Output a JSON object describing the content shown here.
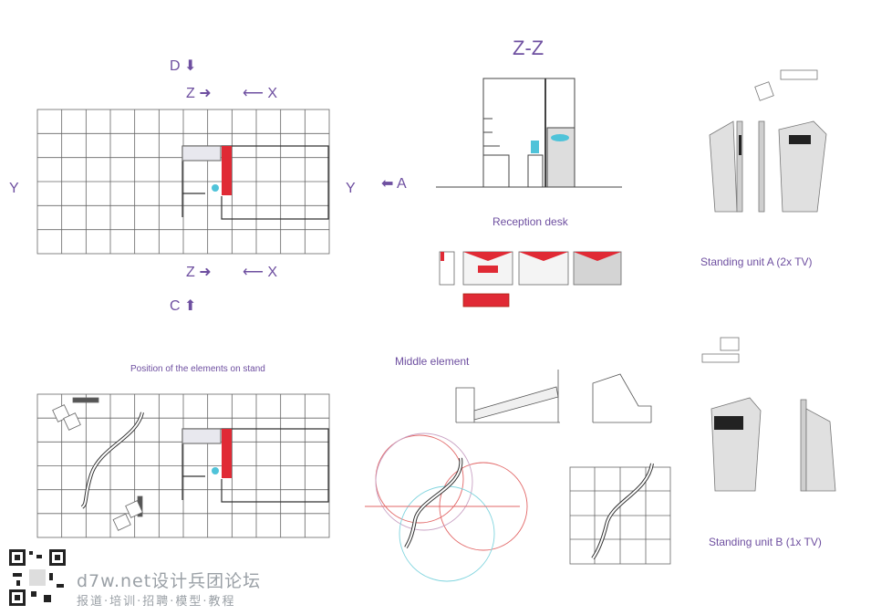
{
  "labels": {
    "d": "D",
    "c": "C",
    "z_top": "Z",
    "x_top": "X",
    "z_bottom": "Z",
    "x_bottom": "X",
    "y_left": "Y",
    "y_right": "Y",
    "a": "A",
    "section": "Z-Z",
    "reception_desk": "Reception desk",
    "standing_a": "Standing unit A (2x TV)",
    "standing_b": "Standing unit B (1x TV)",
    "position": "Position of the elements on stand",
    "middle": "Middle element"
  },
  "watermark": {
    "line1": "d7w.net设计兵团论坛",
    "line2": "报道·培训·招聘·模型·教程"
  },
  "colors": {
    "accent": "#6e4fa0",
    "red": "#e02a35",
    "grid": "#555555",
    "cyan": "#4fc3d9"
  }
}
